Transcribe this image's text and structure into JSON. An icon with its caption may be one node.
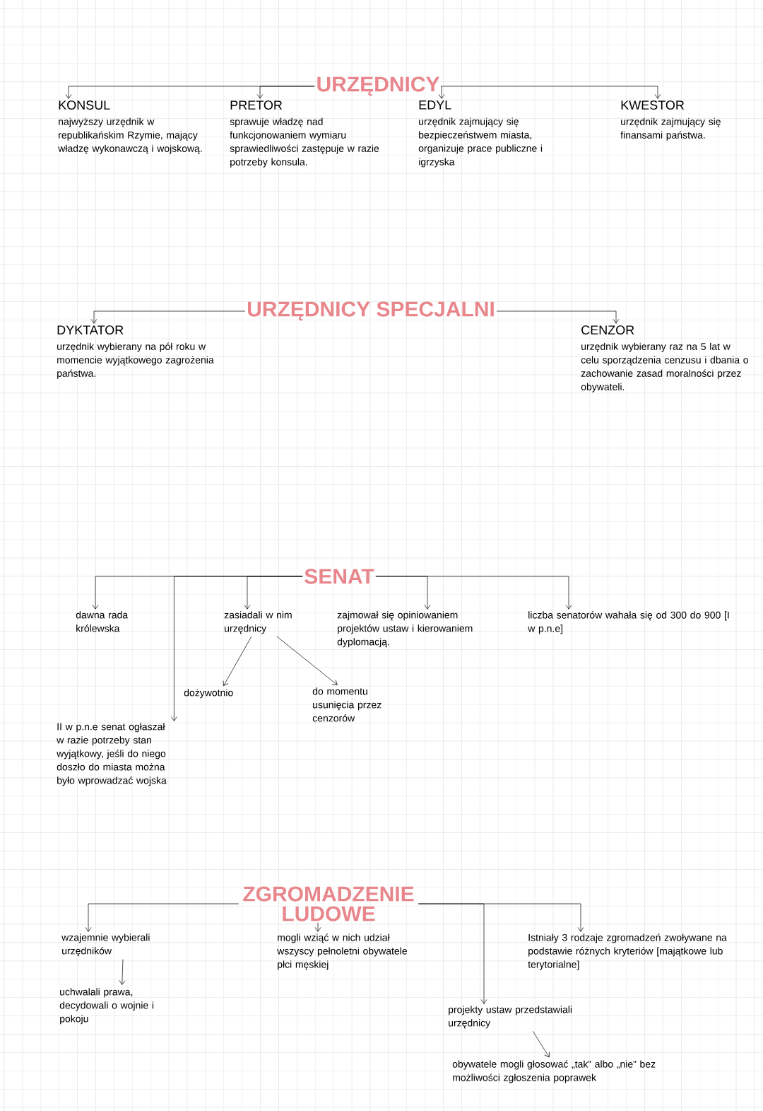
{
  "diagram": {
    "nodes": [
      {
        "text": [
          "URZĘDNICY"
        ]
      },
      {
        "text": [
          "KONSUL",
          "najwyższy urzędnik w republikańskim Rzymie, mający władzę wykonawczą i wojskową."
        ]
      },
      {
        "text": [
          "PRETOR",
          "sprawuje władzę nad funkcjonowaniem wymiaru sprawiedliwości zastępuje w razie potrzeby konsula."
        ]
      },
      {
        "text": [
          "EDYL",
          "urzędnik zajmujący się bezpieczeństwem miasta, organizuje prace publiczne i igrzyska"
        ]
      },
      {
        "text": [
          "KWESTOR",
          "urzędnik zajmujący się finansami państwa."
        ]
      },
      {
        "text": [
          "URZĘDNICY SPECJALNI"
        ]
      },
      {
        "text": [
          "DYKTATOR",
          "urzędnik wybierany na pół roku w momencie wyjątkowego zagrożenia państwa."
        ]
      },
      {
        "text": [
          "CENZOR",
          "urzędnik wybierany raz na 5 lat w celu sporządzenia cenzusu i dbania o zachowanie zasad moralności przez obywateli."
        ]
      },
      {
        "text": [
          "SENAT"
        ]
      },
      {
        "text": [
          "dawna rada królewska"
        ]
      },
      {
        "text": [
          "II w p.n.e senat ogłaszał w razie potrzeby stan wyjątkowy, jeśli do niego doszło do miasta można było wprowadzać wojska"
        ]
      },
      {
        "text": [
          "zasiadali w nim urzędnicy"
        ]
      },
      {
        "text": [
          "dożywotnio"
        ]
      },
      {
        "text": [
          "do momentu usunięcia przez cenzorów"
        ]
      },
      {
        "text": [
          "zajmował się opiniowaniem projektów ustaw i kierowaniem dyplomacją."
        ]
      },
      {
        "text": [
          "liczba senatorów wahała się od 300 do 900 [I w p.n.e]"
        ]
      },
      {
        "text": [
          "ZGROMADZENIE LUDOWE"
        ]
      },
      {
        "text": [
          "wzajemnie wybierali urzędników"
        ]
      },
      {
        "text": [
          "uchwalali prawa, decydowali o wojnie i pokoju"
        ]
      },
      {
        "text": [
          "mogli wziąć w nich udział wszyscy pełnoletni obywatele płci męskiej"
        ]
      },
      {
        "text": [
          "projekty ustaw przedstawiali urzędnicy"
        ]
      },
      {
        "text": [
          "obywatele mogli głosować „tak” albo „nie” bez możliwości zgłoszenia poprawek"
        ]
      },
      {
        "text": [
          "Istniały 3 rodzaje zgromadzeń zwoływane na podstawie różnych kryteriów [majątkowe lub terytorialne]"
        ]
      }
    ],
    "edges": [
      {
        "from": 0,
        "to": 1,
        "arrow": "to"
      },
      {
        "from": 0,
        "to": 2,
        "arrow": "to"
      },
      {
        "from": 0,
        "to": 3,
        "arrow": "to"
      },
      {
        "from": 0,
        "to": 4,
        "arrow": "to"
      },
      {
        "from": 5,
        "to": 6,
        "arrow": "to"
      },
      {
        "from": 5,
        "to": 7,
        "arrow": "to"
      },
      {
        "from": 8,
        "to": 9,
        "arrow": "to"
      },
      {
        "from": 8,
        "to": 10,
        "arrow": "to"
      },
      {
        "from": 8,
        "to": 11,
        "arrow": "to"
      },
      {
        "from": 8,
        "to": 14,
        "arrow": "to"
      },
      {
        "from": 8,
        "to": 15,
        "arrow": "to"
      },
      {
        "from": 11,
        "to": 12,
        "arrow": "to"
      },
      {
        "from": 11,
        "to": 13,
        "arrow": "to"
      },
      {
        "from": 16,
        "to": 17,
        "arrow": "to"
      },
      {
        "from": 16,
        "to": 19,
        "arrow": "to"
      },
      {
        "from": 16,
        "to": 20,
        "arrow": "to"
      },
      {
        "from": 16,
        "to": 22,
        "arrow": "to"
      },
      {
        "from": 17,
        "to": 18,
        "arrow": "to"
      },
      {
        "from": 20,
        "to": 21,
        "arrow": "to"
      }
    ]
  }
}
